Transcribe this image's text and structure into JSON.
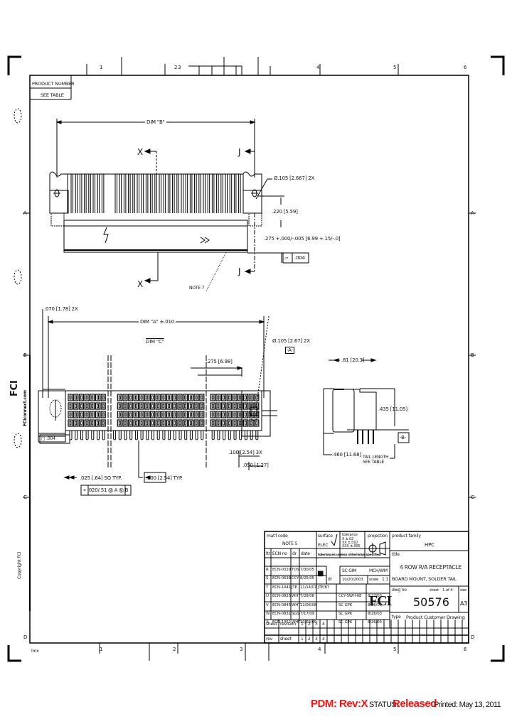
{
  "drawing": {
    "product_number_label": "PRODUCT NUMBER",
    "product_number_value": "SEE TABLE",
    "zone_numbers_top": [
      "1",
      "2",
      "3",
      "4",
      "5",
      "6"
    ],
    "zone_letters_left": [
      "A",
      "B",
      "C",
      "D"
    ],
    "zone_letters_right": [
      "A",
      "B",
      "C",
      "D"
    ],
    "zone_numbers_bottom": [
      "1",
      "2",
      "3",
      "4",
      "5",
      "6"
    ],
    "bottom_left_label": "Imx"
  },
  "top_view": {
    "dim_overall": "DIM \"B\"",
    "section_x": "X",
    "section_j": "J",
    "hole_callout": "Ø.105 [2.667] 2X",
    "dim_height": ".220 [5.59]",
    "dim_tol": ".275 +.000/-.005 [6.99 +.15/-.0]",
    "flatness_symbol": "▱",
    "flatness_value": ".004",
    "note_label": "NOTE 7"
  },
  "front_view": {
    "dim_left": ".070 [1.78] 2X",
    "dim_overall": "DIM \"A\" ±.010",
    "dim_ref": "DIM \"C\"",
    "hole_callout": "Ø.105 [2.67] 2X",
    "datum_a": "-A-",
    "dim_275": ".275 [6.98]",
    "datum_box_left": "□ .004",
    "pitch_100": ".100 [2.54] 3X",
    "pitch_050": ".050 [1.27]",
    "pin_size": ".025 [.64] SQ TYP.",
    "pin_pitch": ".100 [2.54] TYP.",
    "position_tol": "⌖ .020/.51 Ⓜ A Ⓜ B"
  },
  "side_view": {
    "dim_width": ".81 [20.3]",
    "dim_height": ".435 [11.05]",
    "dim_depth": ".460 [11.68]",
    "datum_b": "-B-",
    "tail_length": "TAIL LENGTH SEE TABLE"
  },
  "title_block": {
    "material": "mat'l code",
    "material_value": "NOTE 5",
    "surface": "surface",
    "surface_value": "ELEC",
    "tolerance_label": "tolerance",
    "tolerance_values": [
      "X ±.02",
      "XX ±.010",
      "XXX ±.005"
    ],
    "projection_label": "projection",
    "general_note": "tolerances unless otherwise specified",
    "col_headers": [
      "ltr",
      "ECN no",
      "dr",
      "date"
    ],
    "drawn_label": "dr",
    "drawn_by": "SC GIM",
    "drawn_date": "10/20/2003",
    "checked_by": "MCH/WM",
    "scale_label": "scale",
    "scale_value": "1:1",
    "revisions": [
      {
        "ltr": "R",
        "ecn": "ECN-0329",
        "by": "TDS",
        "date": "7/30/05"
      },
      {
        "ltr": "S",
        "ecn": "ECN-0638",
        "by": "CCY",
        "date": "8/25/05"
      },
      {
        "ltr": "T",
        "ecn": "ECN-1041",
        "by": "JTE",
        "date": "11/14/07",
        "extra": "JTE/87"
      },
      {
        "ltr": "U",
        "ecn": "ECN-0825",
        "by": "WHT",
        "date": "7/28/08",
        "checker": "CCY-SWH-08",
        "ck_date": "8/27/03"
      },
      {
        "ltr": "V",
        "ecn": "ECN-0845",
        "by": "WHT",
        "date": "12/06/08",
        "checker": "SC GPK",
        "ck_date": "8/26/03"
      },
      {
        "ltr": "W",
        "ecn": "ECN-0831",
        "by": "SGS",
        "date": "7/17/09",
        "checker": "SC GPK",
        "ck_date": "8/26/03"
      },
      {
        "ltr": "X",
        "ecn": "ECN-1052",
        "by": "WHT",
        "date": "10/03/09",
        "checker": "SC GPK",
        "ck_date": "8/26/03"
      }
    ],
    "sheet_row_label": "sheet",
    "sheet_row_sub": "revision",
    "sheet_numbers": [
      "1",
      "2",
      "3",
      "4"
    ],
    "rev_row_label": "rev",
    "rev_row_sub": "sheet",
    "product_family_label": "product family",
    "product_family_value": "HPC",
    "title_label": "title",
    "title_line1": "4 ROW R/A RECEPTACLE",
    "title_line2": "BOARD MOUNT, SOLDER TAIL",
    "dwg_no_label": "dwg no",
    "sheet_label": "sheet",
    "sheet_value": "1 of 4",
    "size_label": "size",
    "size_value": "A3",
    "dwg_no_value": "50576",
    "type_label": "type",
    "type_value": "Product Customer Drawing",
    "logo": "FCI"
  },
  "sidebar": {
    "logo": "FCI",
    "website": "FCIconnect.com",
    "copyright": "Copyright FCI"
  },
  "footer": {
    "pdm": "PDM: Rev:X",
    "status_label": "STATUS:",
    "status_value": "Released",
    "printed": "Printed: May 13, 2011"
  },
  "colors": {
    "line": "#000000",
    "status_red": "#ff1010",
    "background": "#ffffff"
  }
}
